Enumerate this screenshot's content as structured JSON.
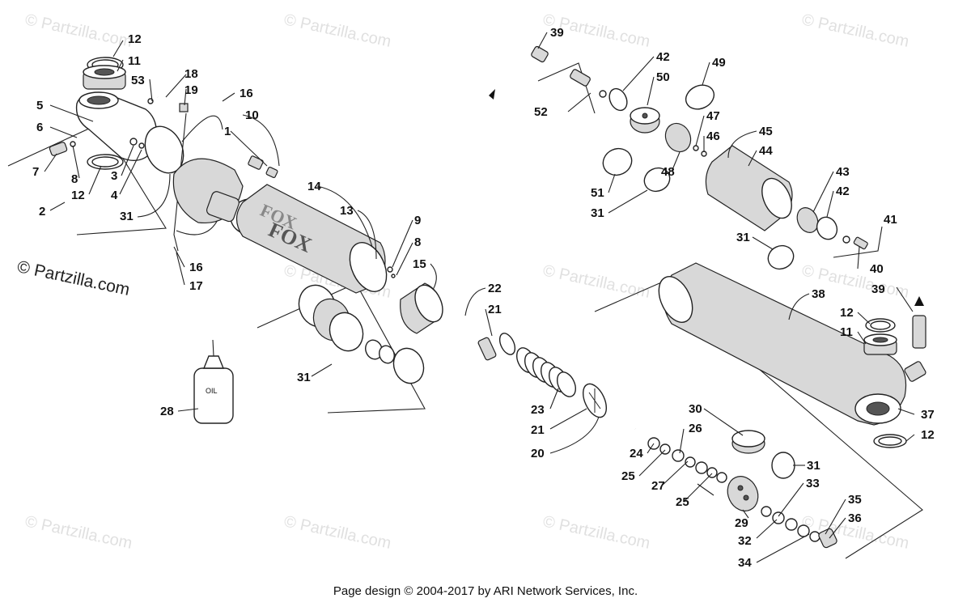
{
  "watermark": {
    "main": "© Partzilla.com",
    "faint": "© Partzilla.com"
  },
  "footer": "Page design © 2004-2017 by ARI Network Services, Inc.",
  "oil_label": "OIL",
  "brand_label": "FOX",
  "callouts": [
    "12",
    "11",
    "53",
    "18",
    "19",
    "16",
    "10",
    "1",
    "5",
    "6",
    "7",
    "8",
    "12",
    "3",
    "4",
    "2",
    "31",
    "14",
    "13",
    "9",
    "8",
    "15",
    "16",
    "17",
    "22",
    "21",
    "31",
    "28",
    "23",
    "21",
    "20",
    "39",
    "42",
    "50",
    "49",
    "52",
    "47",
    "46",
    "45",
    "44",
    "51",
    "31",
    "48",
    "43",
    "42",
    "41",
    "31",
    "40",
    "39",
    "38",
    "12",
    "11",
    "37",
    "12",
    "30",
    "26",
    "24",
    "25",
    "27",
    "25",
    "31",
    "33",
    "29",
    "35",
    "36",
    "32",
    "34"
  ]
}
